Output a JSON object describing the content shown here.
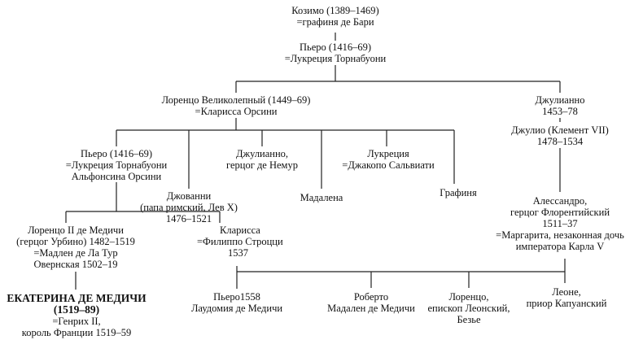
{
  "people": {
    "cosimo": {
      "lines": [
        "Козимо (1389–1469)",
        "=графиня де Бари"
      ]
    },
    "piero_elder": {
      "lines": [
        "Пьеро (1416–69)",
        "=Лукреция Торнабуони"
      ]
    },
    "lorenzo_m": {
      "lines": [
        "Лоренцо Великолепный (1449–69)",
        "=Кларисса Орсини"
      ]
    },
    "giuliano_e": {
      "lines": [
        "Джулианно",
        "1453–78"
      ]
    },
    "giulio": {
      "lines": [
        "Джулио (Клемент VII)",
        "1478–1534"
      ]
    },
    "piero_y": {
      "lines": [
        "Пьеро (1416–69)",
        "=Лукреция Торнабуони",
        "Альфонсина Орсини"
      ]
    },
    "giovanni": {
      "lines": [
        "Джованни",
        "(папа римский, Лев X)",
        "1476–1521"
      ]
    },
    "giuliano_n": {
      "lines": [
        "Джулианно,",
        "герцог де Немур"
      ]
    },
    "maddalena": {
      "lines": [
        "Мадалена"
      ]
    },
    "lucrezia": {
      "lines": [
        "Лукреция",
        "=Джакопо Сальвиати"
      ]
    },
    "contessina": {
      "lines": [
        "Графиня"
      ]
    },
    "alessandro": {
      "lines": [
        "Алессандро,",
        "герцог Флорентийский",
        "1511–37",
        "=Маргарита, незаконная дочь",
        "императора Карла V"
      ]
    },
    "lorenzo_ii": {
      "lines": [
        "Лоренцо II де Медичи",
        "(герцог Урбино) 1482–1519",
        "=Мадлен де Ла Тур",
        "Овернская 1502–19"
      ]
    },
    "clarice": {
      "lines": [
        "Кларисса",
        "=Филиппо Строцци",
        "1537"
      ]
    },
    "catherine": {
      "lines": [
        "ЕКАТЕРИНА ДЕ МЕДИЧИ",
        "(1519–89)",
        "=Генрих II,",
        "король Франции 1519–59"
      ]
    },
    "piero_s": {
      "lines": [
        "Пьеро1558",
        "Лаудомия де Медичи"
      ]
    },
    "roberto": {
      "lines": [
        "Роберто",
        "Мадален де Медичи"
      ]
    },
    "lorenzo_s": {
      "lines": [
        "Лоренцо,",
        "епископ Леонский,",
        "Безье"
      ]
    },
    "leone": {
      "lines": [
        "Леоне,",
        "приор Капуанский"
      ]
    }
  }
}
